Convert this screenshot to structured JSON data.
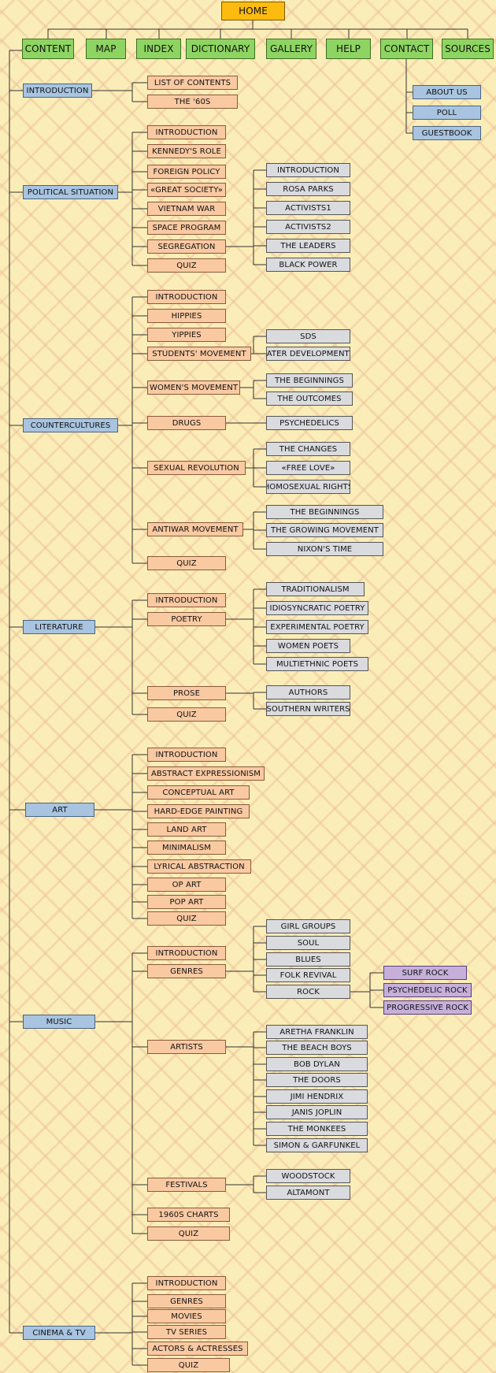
{
  "colors": {
    "home": "#fdbb10",
    "nav": "#8ed462",
    "section": "#a8c4e0",
    "topic": "#f9c9a2",
    "subtopic": "#dadbdf",
    "subsubtopic": "#c6b0da",
    "background": "#fbedb8"
  },
  "home": "HOME",
  "nav": [
    "CONTENT",
    "MAP",
    "INDEX",
    "DICTIONARY",
    "GALLERY",
    "HELP",
    "CONTACT",
    "SOURCES"
  ],
  "contact": [
    "ABOUT US",
    "POLL",
    "GUESTBOOK"
  ],
  "sections": [
    {
      "label": "INTRODUCTION",
      "topics": [
        {
          "label": "LIST OF CONTENTS"
        },
        {
          "label": "THE '60S"
        }
      ]
    },
    {
      "label": "POLITICAL SITUATION",
      "topics": [
        {
          "label": "INTRODUCTION"
        },
        {
          "label": "KENNEDY'S ROLE"
        },
        {
          "label": "FOREIGN POLICY"
        },
        {
          "label": "«GREAT SOCIETY»"
        },
        {
          "label": "VIETNAM WAR"
        },
        {
          "label": "SPACE PROGRAM"
        },
        {
          "label": "SEGREGATION",
          "children": [
            "INTRODUCTION",
            "ROSA PARKS",
            "ACTIVISTS1",
            "ACTIVISTS2",
            "THE LEADERS",
            "BLACK POWER"
          ]
        },
        {
          "label": "QUIZ"
        }
      ]
    },
    {
      "label": "COUNTERCULTURES",
      "topics": [
        {
          "label": "INTRODUCTION"
        },
        {
          "label": "HIPPIES"
        },
        {
          "label": "YIPPIES"
        },
        {
          "label": "STUDENTS' MOVEMENT",
          "children": [
            "SDS",
            "LATER DEVELOPMENTS"
          ]
        },
        {
          "label": "WOMEN'S MOVEMENT",
          "children": [
            "THE BEGINNINGS",
            "THE OUTCOMES"
          ]
        },
        {
          "label": "DRUGS",
          "children": [
            "PSYCHEDELICS"
          ]
        },
        {
          "label": "SEXUAL REVOLUTION",
          "children": [
            "THE CHANGES",
            "«FREE LOVE»",
            "HOMOSEXUAL RIGHTS"
          ]
        },
        {
          "label": "ANTIWAR MOVEMENT",
          "children": [
            "THE BEGINNINGS",
            "THE GROWING MOVEMENT",
            "NIXON'S TIME"
          ]
        },
        {
          "label": "QUIZ"
        }
      ]
    },
    {
      "label": "LITERATURE",
      "topics": [
        {
          "label": "INTRODUCTION"
        },
        {
          "label": "POETRY",
          "children": [
            "TRADITIONALISM",
            "IDIOSYNCRATIC POETRY",
            "EXPERIMENTAL POETRY",
            "WOMEN POETS",
            "MULTIETHNIC POETS"
          ]
        },
        {
          "label": "PROSE",
          "children": [
            "AUTHORS",
            "SOUTHERN WRITERS"
          ]
        },
        {
          "label": "QUIZ"
        }
      ]
    },
    {
      "label": "ART",
      "topics": [
        {
          "label": "INTRODUCTION"
        },
        {
          "label": "ABSTRACT EXPRESSIONISM"
        },
        {
          "label": "CONCEPTUAL ART"
        },
        {
          "label": "HARD-EDGE PAINTING"
        },
        {
          "label": "LAND ART"
        },
        {
          "label": "MINIMALISM"
        },
        {
          "label": "LYRICAL ABSTRACTION"
        },
        {
          "label": "OP ART"
        },
        {
          "label": "POP ART"
        },
        {
          "label": "QUIZ"
        }
      ]
    },
    {
      "label": "MUSIC",
      "topics": [
        {
          "label": "INTRODUCTION"
        },
        {
          "label": "GENRES",
          "children": [
            "GIRL GROUPS",
            "SOUL",
            "BLUES",
            "FOLK REVIVAL",
            "ROCK"
          ]
        },
        {
          "label": "ARTISTS",
          "children": [
            "ARETHA FRANKLIN",
            "THE BEACH BOYS",
            "BOB DYLAN",
            "THE DOORS",
            "JIMI HENDRIX",
            "JANIS JOPLIN",
            "THE MONKEES",
            "SIMON & GARFUNKEL"
          ]
        },
        {
          "label": "FESTIVALS",
          "children": [
            "WOODSTOCK",
            "ALTAMONT"
          ]
        },
        {
          "label": "1960S CHARTS"
        },
        {
          "label": "QUIZ"
        }
      ]
    },
    {
      "label": "CINEMA & TV",
      "topics": [
        {
          "label": "INTRODUCTION"
        },
        {
          "label": "GENRES"
        },
        {
          "label": "MOVIES"
        },
        {
          "label": "TV SERIES"
        },
        {
          "label": "ACTORS & ACTRESSES"
        },
        {
          "label": "QUIZ"
        }
      ]
    }
  ],
  "rock": [
    "SURF ROCK",
    "PSYCHEDELIC ROCK",
    "PROGRESSIVE ROCK"
  ]
}
